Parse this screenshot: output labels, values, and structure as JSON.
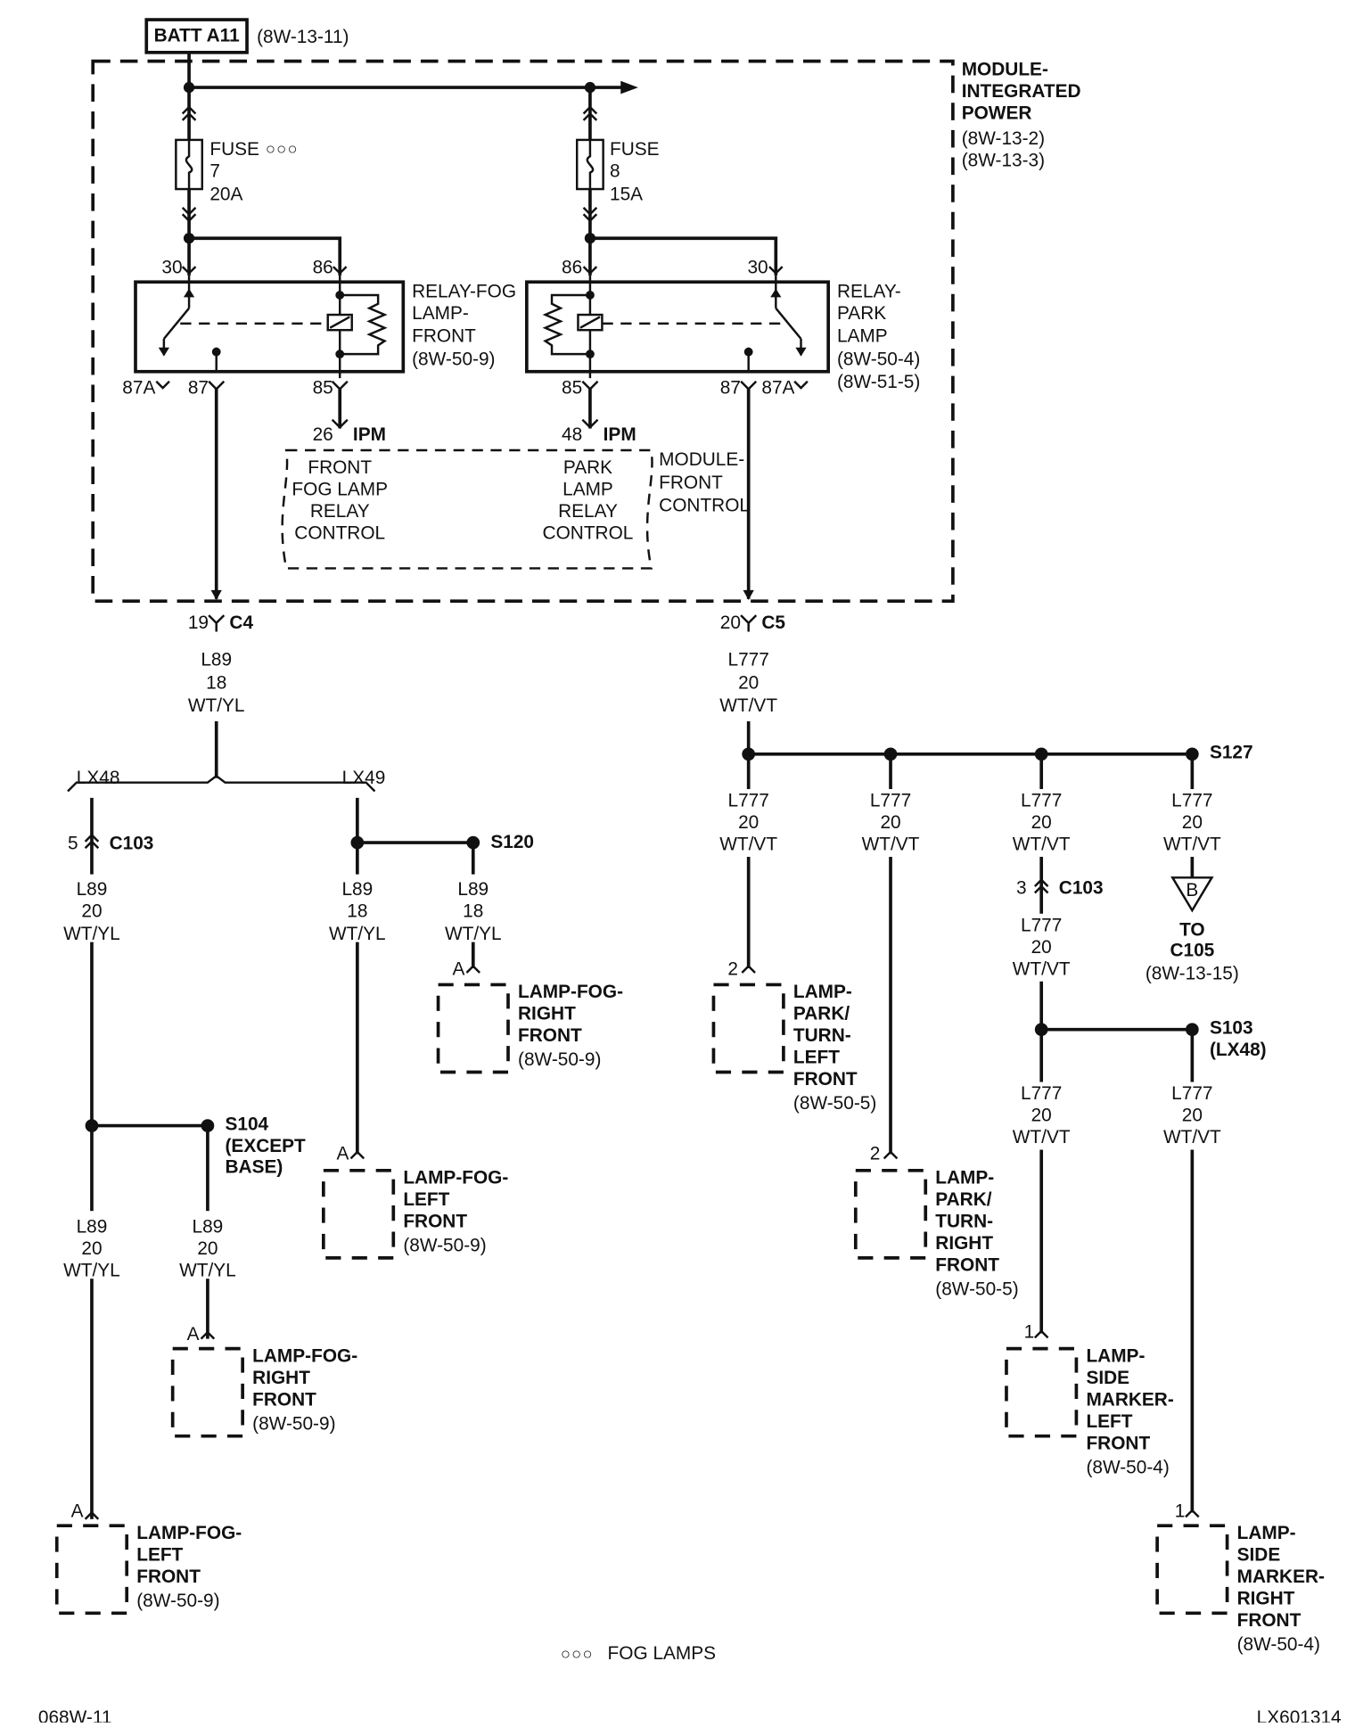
{
  "header": {
    "batt_label": "BATT A11",
    "batt_ref": "(8W-13-11)"
  },
  "ipm": {
    "name": [
      "MODULE-",
      "INTEGRATED",
      "POWER"
    ],
    "refs": [
      "(8W-13-2)",
      "(8W-13-3)"
    ]
  },
  "fuses": {
    "f7": {
      "lines": [
        "FUSE",
        "7",
        "20A"
      ],
      "marker": "○○○"
    },
    "f8": {
      "lines": [
        "FUSE",
        "8",
        "15A"
      ]
    }
  },
  "relay_fog": {
    "label": [
      "RELAY-FOG",
      "LAMP-",
      "FRONT",
      "(8W-50-9)"
    ],
    "pins": {
      "p30": "30",
      "p86": "86",
      "p87a": "87A",
      "p87": "87",
      "p85": "85"
    }
  },
  "relay_park": {
    "label": [
      "RELAY-",
      "PARK",
      "LAMP",
      "(8W-50-4)",
      "(8W-51-5)"
    ],
    "pins": {
      "p86": "86",
      "p30": "30",
      "p85": "85",
      "p87": "87",
      "p87a": "87A"
    }
  },
  "fcm": {
    "pin_fog": "26",
    "pin_park": "48",
    "ipm_tag": "IPM",
    "fog_ctrl": [
      "FRONT",
      "FOG LAMP",
      "RELAY",
      "CONTROL"
    ],
    "park_ctrl": [
      "PARK",
      "LAMP",
      "RELAY",
      "CONTROL"
    ],
    "name": [
      "MODULE-",
      "FRONT",
      "CONTROL"
    ]
  },
  "connectors": {
    "c4": {
      "pin": "19",
      "name": "C4"
    },
    "c5": {
      "pin": "20",
      "name": "C5"
    },
    "c103_left": {
      "pin": "5",
      "name": "C103"
    },
    "c103_right": {
      "pin": "3",
      "name": "C103"
    }
  },
  "wires": {
    "l89_18": [
      "L89",
      "18",
      "WT/YL"
    ],
    "l89_20": [
      "L89",
      "20",
      "WT/YL"
    ],
    "l777_20": [
      "L777",
      "20",
      "WT/VT"
    ]
  },
  "options": {
    "lx48": "LX48",
    "lx49": "LX49"
  },
  "splices": {
    "s127": [
      "S127"
    ],
    "s120": [
      "S120"
    ],
    "s104": [
      "S104",
      "(EXCEPT",
      "BASE)"
    ],
    "s103": [
      "S103",
      "(LX48)"
    ]
  },
  "to_c105": {
    "letter": "B",
    "lines": [
      "TO",
      "C105",
      "(8W-13-15)"
    ]
  },
  "lamps": {
    "fog_rf_upper": {
      "pin": "A",
      "lines": [
        "LAMP-FOG-",
        "RIGHT",
        "FRONT",
        "(8W-50-9)"
      ]
    },
    "fog_lf_mid": {
      "pin": "A",
      "lines": [
        "LAMP-FOG-",
        "LEFT",
        "FRONT",
        "(8W-50-9)"
      ]
    },
    "fog_rf_lower": {
      "pin": "A",
      "lines": [
        "LAMP-FOG-",
        "RIGHT",
        "FRONT",
        "(8W-50-9)"
      ]
    },
    "fog_lf_bottom": {
      "pin": "A",
      "lines": [
        "LAMP-FOG-",
        "LEFT",
        "FRONT",
        "(8W-50-9)"
      ]
    },
    "park_lf": {
      "pin": "2",
      "lines": [
        "LAMP-",
        "PARK/",
        "TURN-",
        "LEFT",
        "FRONT",
        "(8W-50-5)"
      ]
    },
    "park_rf": {
      "pin": "2",
      "lines": [
        "LAMP-",
        "PARK/",
        "TURN-",
        "RIGHT",
        "FRONT",
        "(8W-50-5)"
      ]
    },
    "side_lf": {
      "pin": "1",
      "lines": [
        "LAMP-",
        "SIDE",
        "MARKER-",
        "LEFT",
        "FRONT",
        "(8W-50-4)"
      ]
    },
    "side_rf": {
      "pin": "1",
      "lines": [
        "LAMP-",
        "SIDE",
        "MARKER-",
        "RIGHT",
        "FRONT",
        "(8W-50-4)"
      ]
    }
  },
  "footer": {
    "legend_symbol": "○○○",
    "legend_text": "FOG LAMPS",
    "page_id": "068W-11",
    "figure_id": "LX601314"
  }
}
